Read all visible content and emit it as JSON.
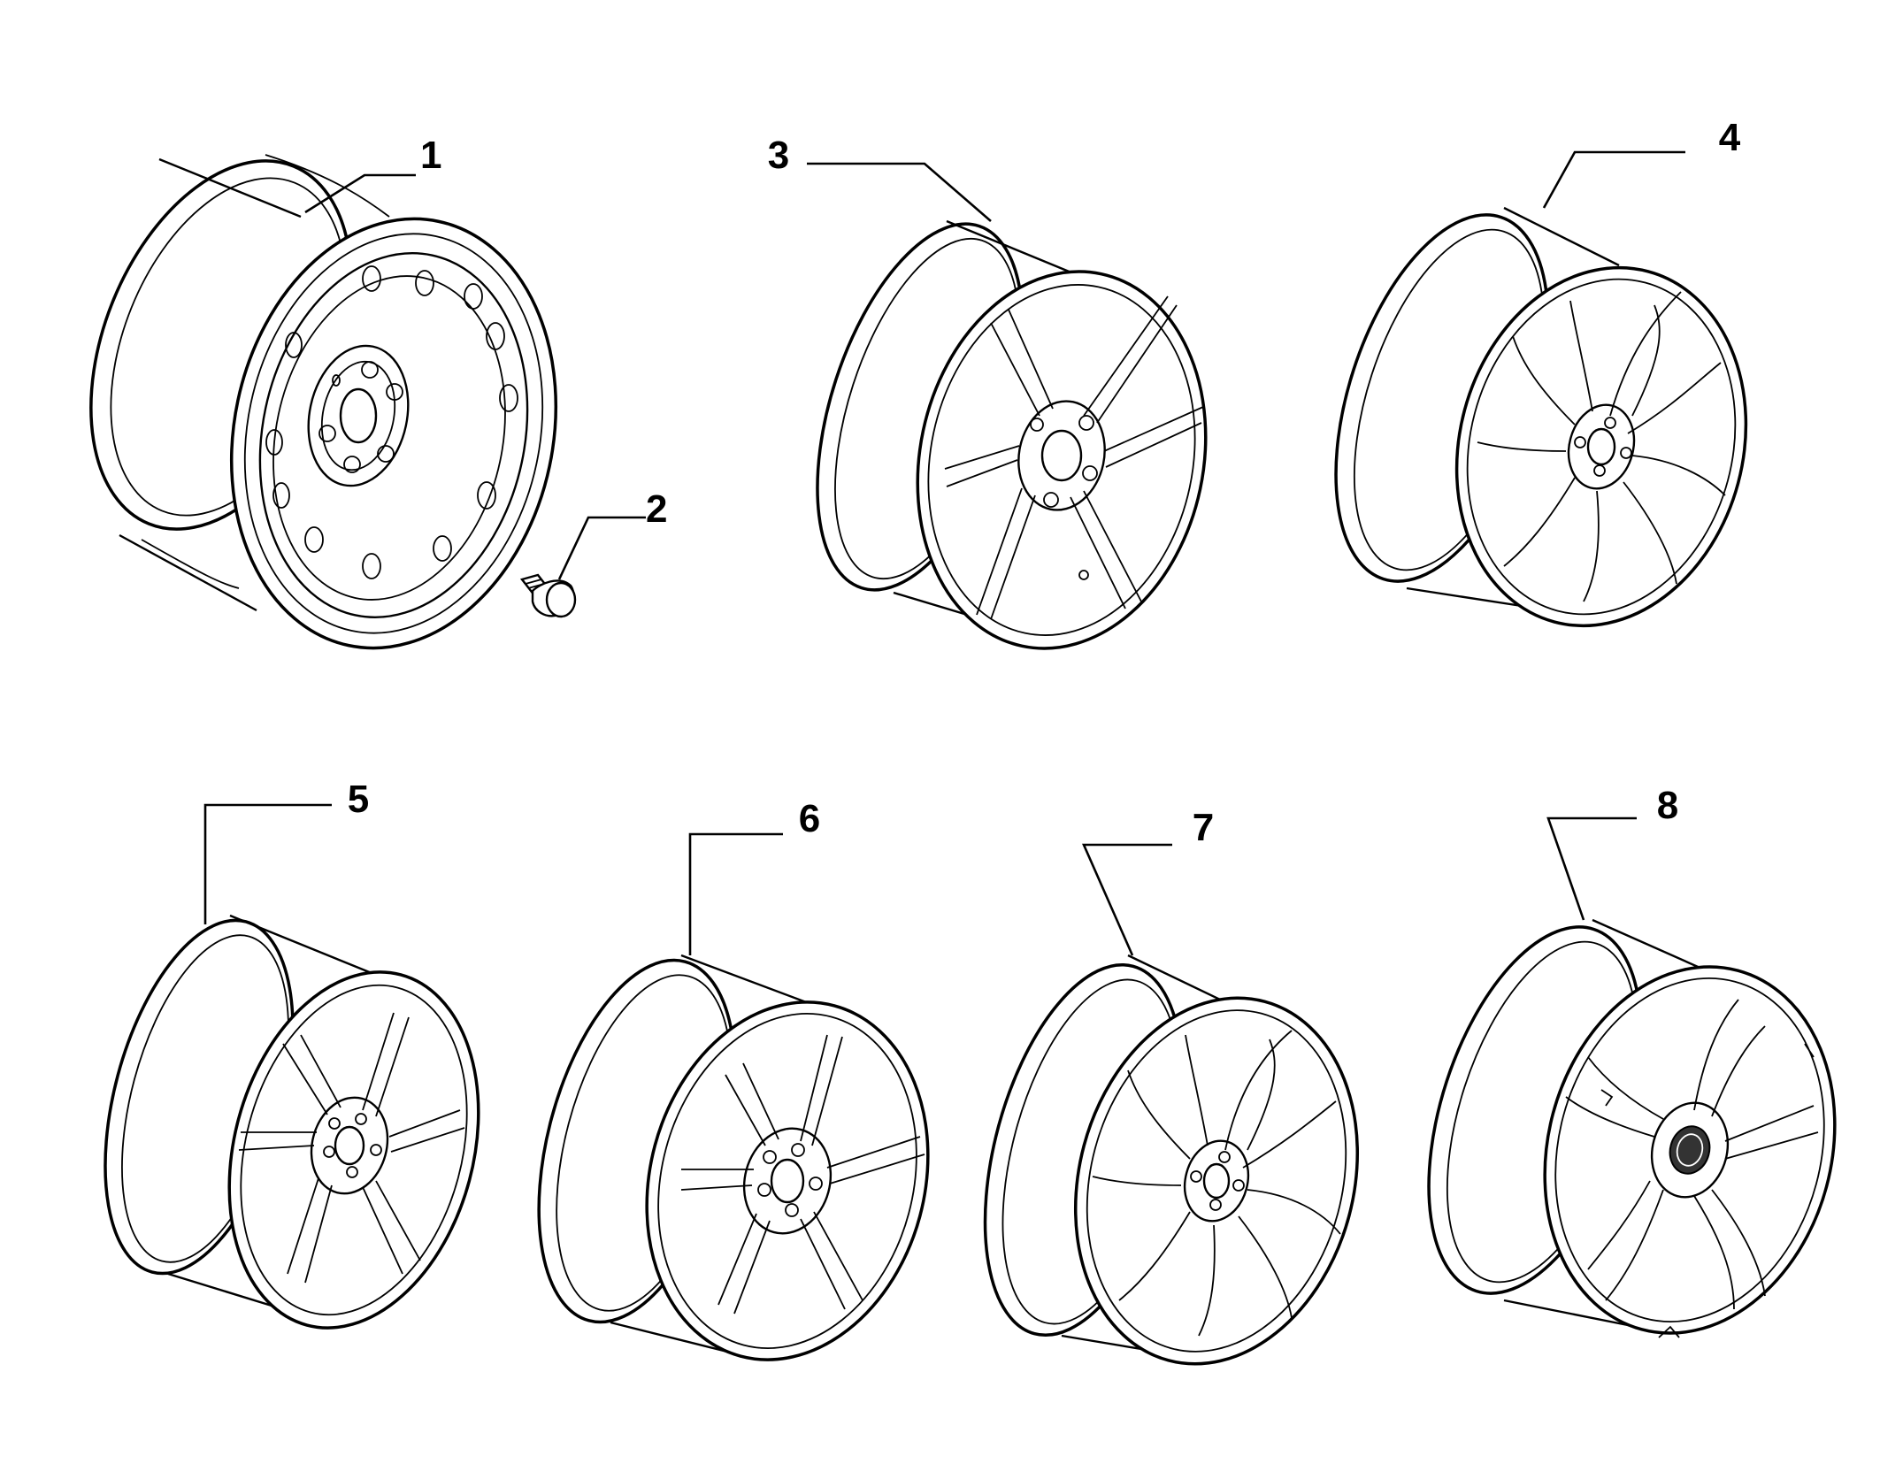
{
  "colors": {
    "line": "#000000",
    "background": "#ffffff",
    "logo": "#333333"
  },
  "callouts": [
    {
      "number": "1",
      "part": "steel-wheel"
    },
    {
      "number": "2",
      "part": "wheel-bolt"
    },
    {
      "number": "3",
      "part": "alloy-wheel-6-spoke"
    },
    {
      "number": "4",
      "part": "alloy-wheel-10-spoke"
    },
    {
      "number": "5",
      "part": "alloy-wheel-5-double-spoke"
    },
    {
      "number": "6",
      "part": "alloy-wheel-5-split-spoke"
    },
    {
      "number": "7",
      "part": "alloy-wheel-10-spoke-curved"
    },
    {
      "number": "8",
      "part": "alloy-wheel-5-spoke-with-center-cap"
    }
  ]
}
